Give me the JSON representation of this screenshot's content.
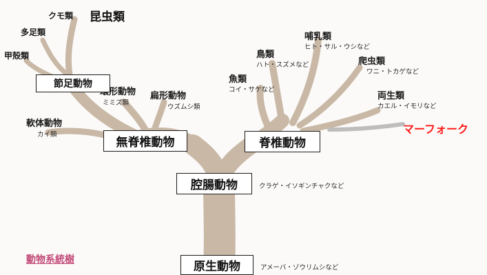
{
  "title": "昆虫類",
  "caption": "動物系統樹",
  "pointer": "マーフォーク",
  "colors": {
    "trunk": "#c9b8a6",
    "pointer_text": "#ff1a1a",
    "pointer_branch": "#bdbdbd",
    "caption_text": "#c24a78"
  },
  "nodes": {
    "arthropoda": "節足動物",
    "invertebrata": "無脊椎動物",
    "vertebrata": "脊椎動物",
    "coelenterata": "腔腸動物",
    "protozoa": "原生動物"
  },
  "labels": {
    "spider": {
      "name": "クモ類"
    },
    "myriapoda": {
      "name": "多足類"
    },
    "crustacea": {
      "name": "甲殻類"
    },
    "annelida": {
      "name": "環形動物",
      "examples": "ミミズ類"
    },
    "platyhelminthes": {
      "name": "扁形動物",
      "examples": "ウズムシ類"
    },
    "mollusca": {
      "name": "軟体動物",
      "examples": "カイ類"
    },
    "mammalia": {
      "name": "哺乳類",
      "examples": "ヒト・サル・ウシなど"
    },
    "aves": {
      "name": "鳥類",
      "examples": "ハト・スズメなど"
    },
    "reptilia": {
      "name": "爬虫類",
      "examples": "ワニ・トカゲなど"
    },
    "pisces": {
      "name": "魚類",
      "examples": "コイ・サケなど"
    },
    "amphibia": {
      "name": "両生類",
      "examples": "カエル・イモリなど"
    }
  },
  "node_examples": {
    "coelenterata": "クラゲ・イソギンチャクなど",
    "protozoa": "アメーバ・ゾウリムシなど"
  }
}
